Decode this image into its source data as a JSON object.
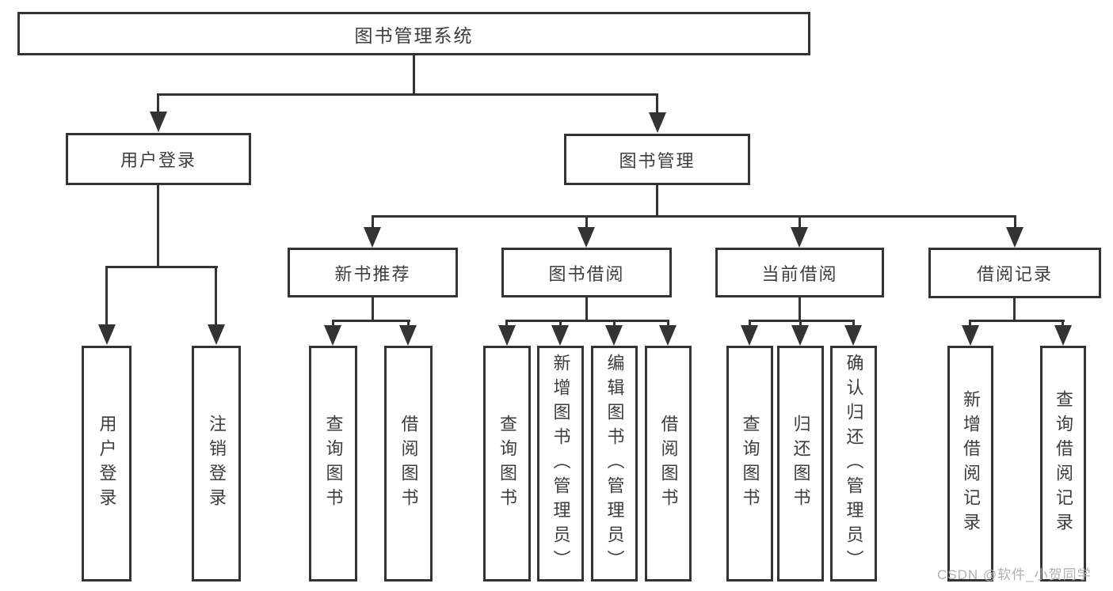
{
  "diagram": {
    "type": "hierarchy-flowchart",
    "tree": {
      "root": {
        "label": "图书管理系统"
      },
      "branches": [
        {
          "label": "用户登录",
          "children": [
            {
              "label": "用户登录"
            },
            {
              "label": "注销登录"
            }
          ]
        },
        {
          "label": "图书管理",
          "children": [
            {
              "label": "新书推荐",
              "children": [
                {
                  "label": "查询图书"
                },
                {
                  "label": "借阅图书"
                }
              ]
            },
            {
              "label": "图书借阅",
              "children": [
                {
                  "label": "查询图书"
                },
                {
                  "label": "新增图书（管理员）"
                },
                {
                  "label": "编辑图书（管理员）"
                },
                {
                  "label": "借阅图书"
                }
              ]
            },
            {
              "label": "当前借阅",
              "children": [
                {
                  "label": "查询图书"
                },
                {
                  "label": "归还图书"
                },
                {
                  "label": "确认归还（管理员）"
                }
              ]
            },
            {
              "label": "借阅记录",
              "children": [
                {
                  "label": "新增借阅记录"
                },
                {
                  "label": "查询借阅记录"
                }
              ]
            }
          ]
        }
      ]
    },
    "colors": {
      "line": "#333333",
      "text": "#3d3d3d",
      "background": "#ffffff",
      "watermark": "#b0b0b0"
    }
  },
  "watermark": {
    "text": "CSDN @软件_小贺同学"
  }
}
